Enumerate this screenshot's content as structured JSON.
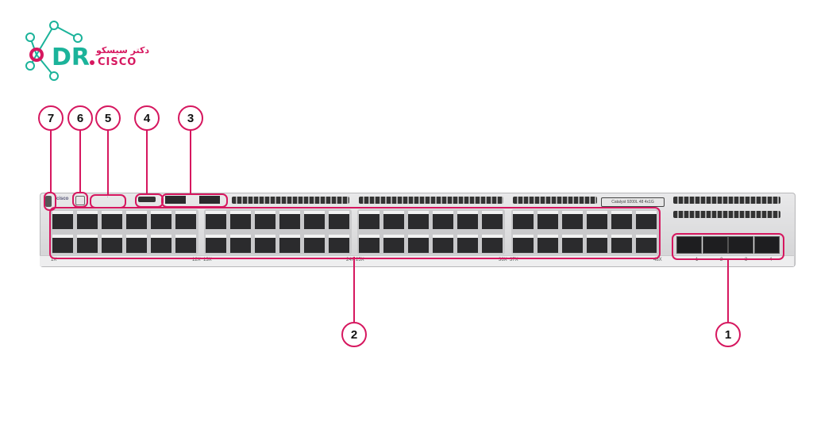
{
  "logo": {
    "text_latin": "DR.CISCO",
    "text_arabic": "دكتر سيسكو",
    "colors": {
      "teal": "#1bb39a",
      "magenta": "#d6175f"
    }
  },
  "device": {
    "brand": "cisco",
    "model_label": "Catalyst 9200L 48 4x1G",
    "port_labels": [
      "1X",
      "12X",
      "13X",
      "24X",
      "25X",
      "36X",
      "37X",
      "48X"
    ],
    "uplink_labels": [
      "1",
      "2",
      "3",
      "4"
    ]
  },
  "callouts": [
    "1",
    "2",
    "3",
    "4",
    "5",
    "6",
    "7"
  ],
  "highlight_color": "#d6175f"
}
